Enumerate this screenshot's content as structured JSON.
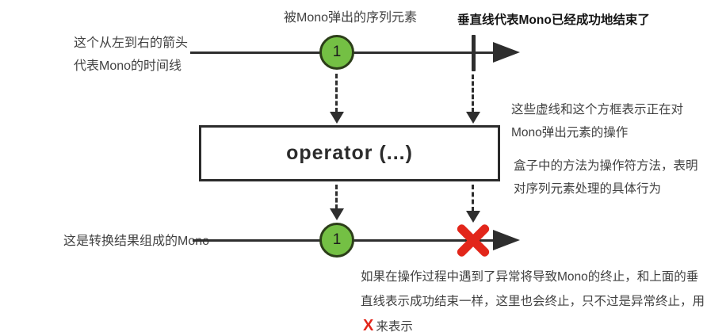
{
  "colors": {
    "line": "#2e2e2e",
    "annotation_text": "#414141",
    "bold_text": "#141414",
    "marble_fill": "#74c044",
    "marble_border": "#2c3e19",
    "error_red": "#e2261a",
    "box_border": "#2b2b2b"
  },
  "labels": {
    "timeline_note_line1": "这个从左到右的箭头",
    "timeline_note_line2": "代表Mono的时间线",
    "emitted_element_note": "被Mono弹出的序列元素",
    "complete_note": "垂直线代表Mono已经成功地结束了",
    "operation_note": "这些虚线和这个方框表示正在对Mono弹出元素的操作",
    "operator_method_note": "盒子中的方法为操作符方法，表明对序列元素处理的具体行为",
    "result_mono_note": "这是转换结果组成的Mono",
    "error_note_before": "如果在操作过程中遇到了异常将导致Mono的终止，和上面的垂直线表示成功结束一样，这里也会终止，只不过是异常终止，用",
    "error_symbol": "X",
    "error_note_after": "来表示"
  },
  "operator_box": {
    "label": "operator (...)"
  },
  "marbles": {
    "top_value": "1",
    "bottom_value": "1"
  }
}
